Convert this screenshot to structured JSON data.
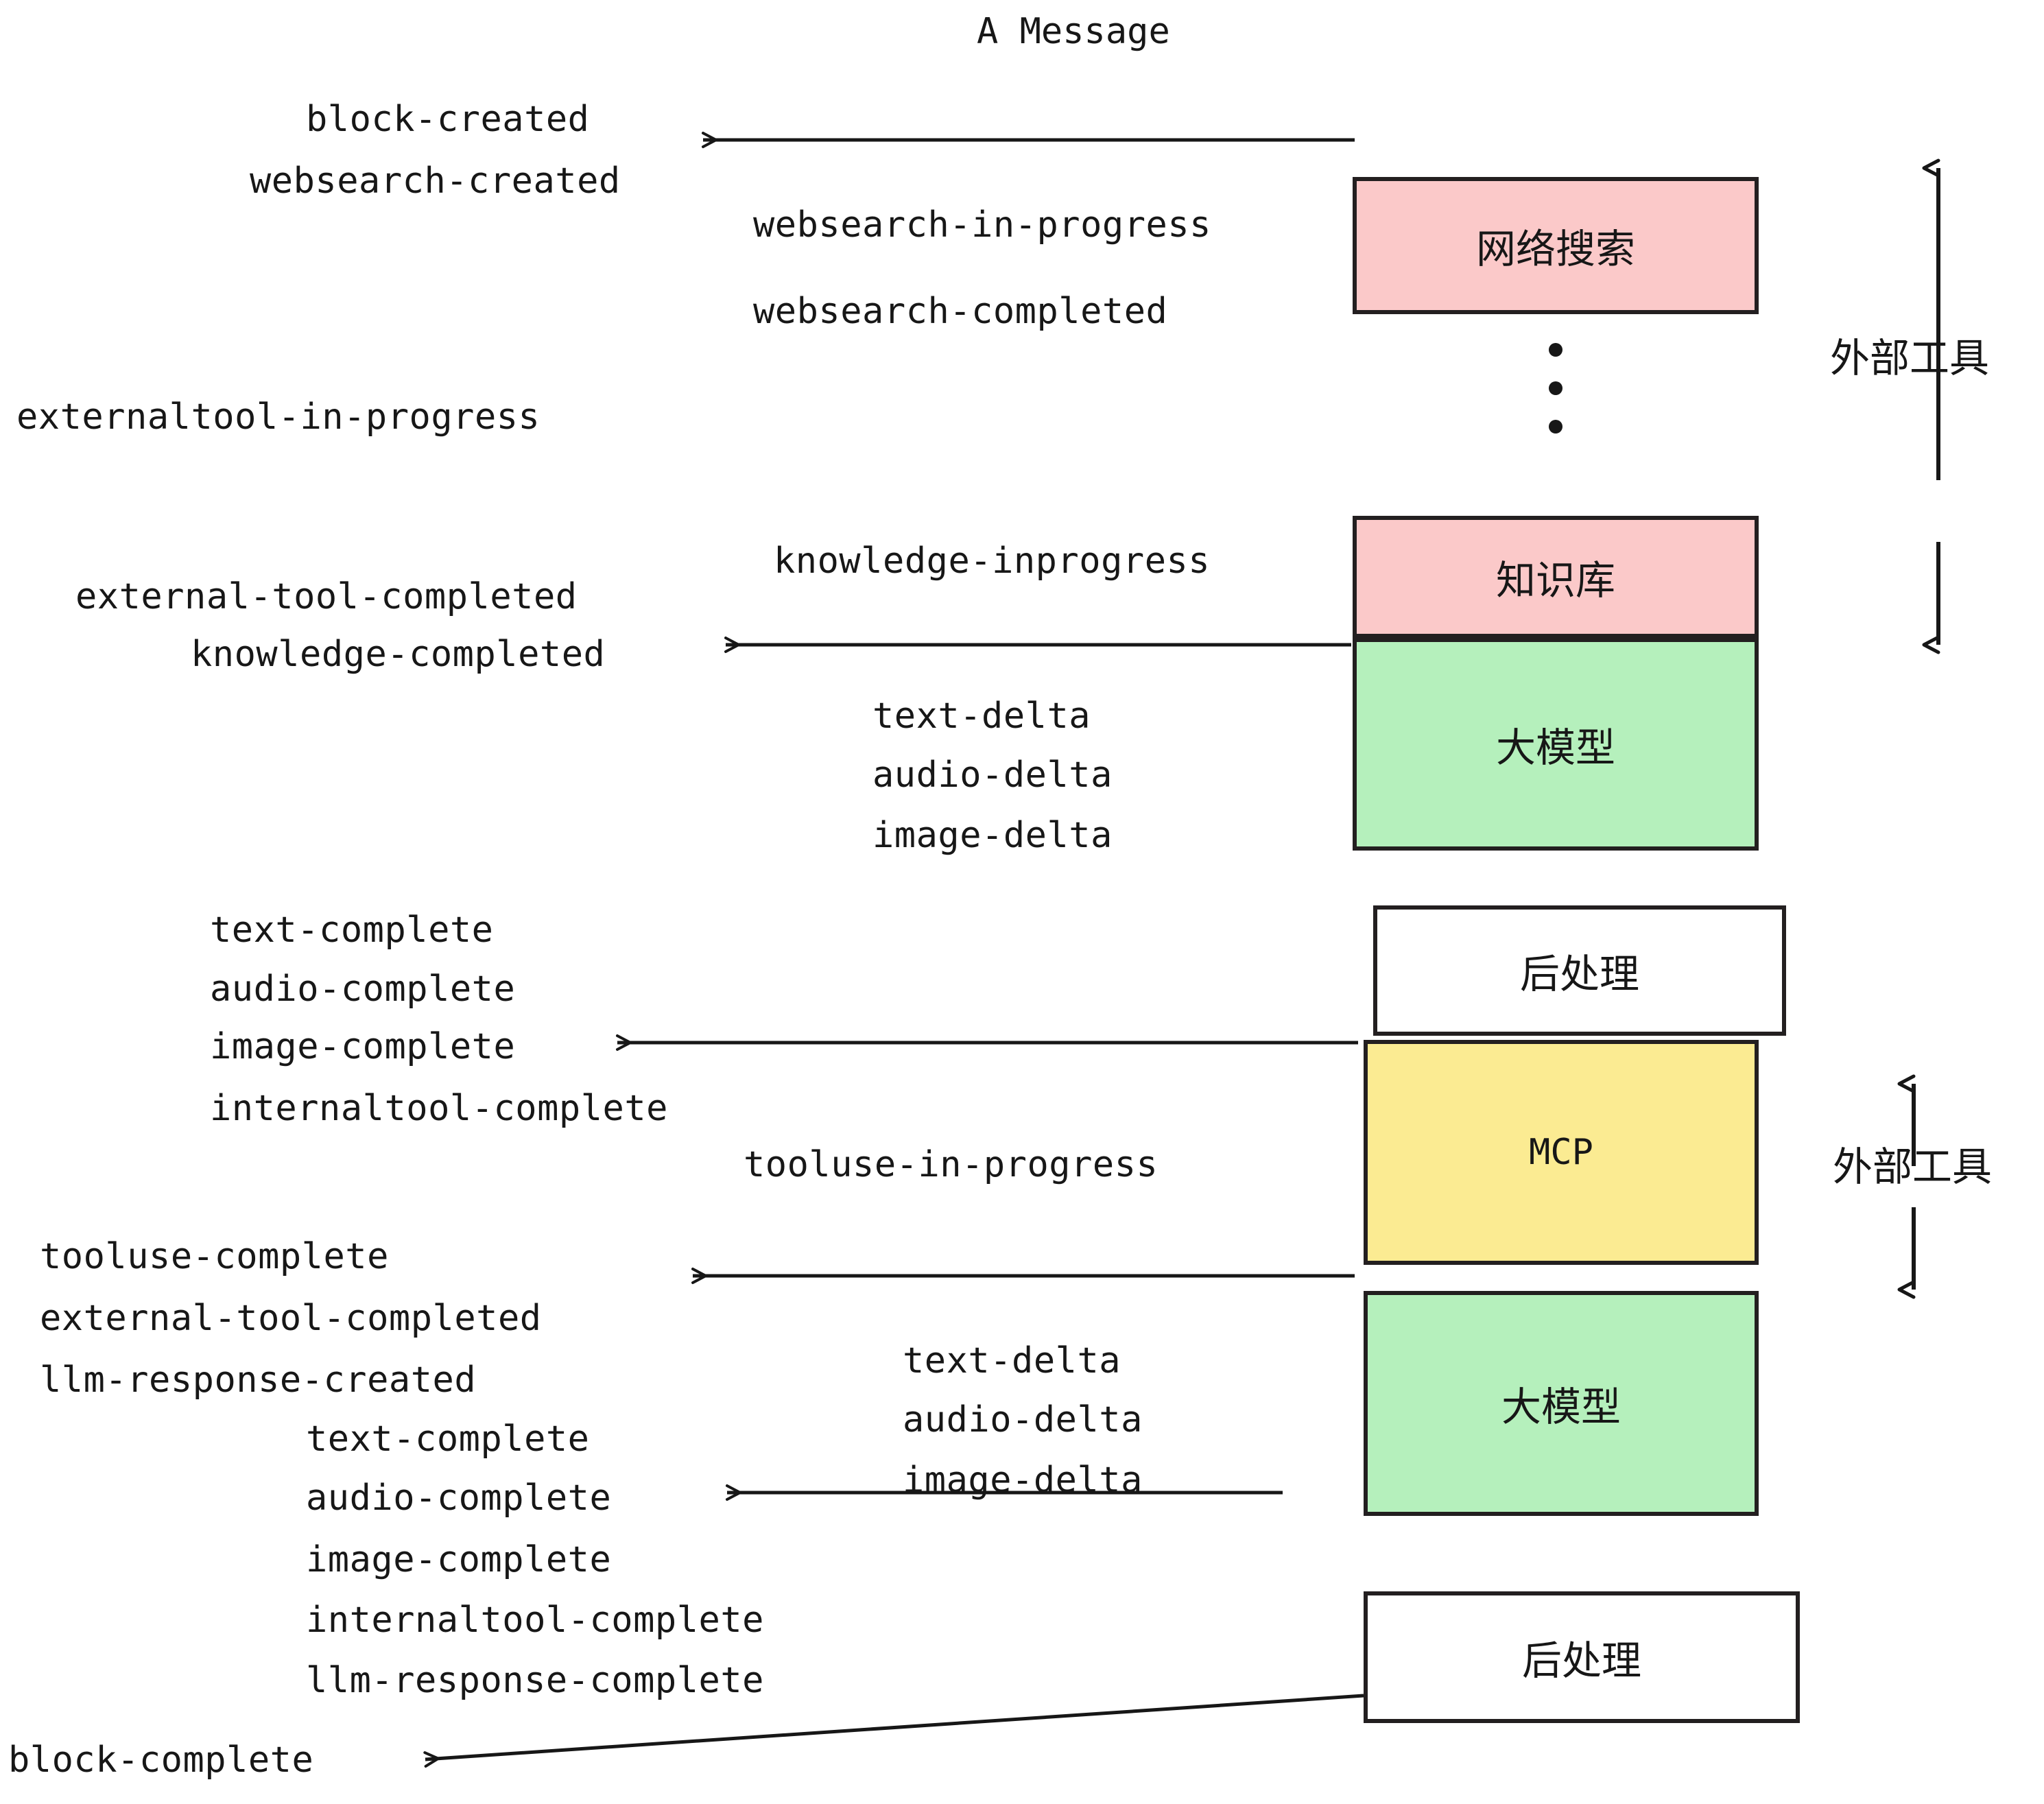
{
  "title": "A Message",
  "colors": {
    "pink": "#FBC9C9",
    "green": "#B5F0BC",
    "yellow": "#FBEB92",
    "white": "#FFFFFF",
    "stroke": "#231F20",
    "text": "#171717"
  },
  "boxes": [
    {
      "id": "websearch",
      "label": "网络搜索",
      "fill": "#FBC9C9"
    },
    {
      "id": "knowledge",
      "label": "知识库",
      "fill": "#FBC9C9"
    },
    {
      "id": "llm-1",
      "label": "大模型",
      "fill": "#B5F0BC"
    },
    {
      "id": "postprocess-1",
      "label": "后处理",
      "fill": "#FFFFFF"
    },
    {
      "id": "mcp",
      "label": "MCP",
      "fill": "#FBEB92"
    },
    {
      "id": "llm-2",
      "label": "大模型",
      "fill": "#B5F0BC"
    },
    {
      "id": "postprocess-2",
      "label": "后处理",
      "fill": "#FFFFFF"
    }
  ],
  "brackets": [
    {
      "id": "external-tools-top",
      "label": "外部工具"
    },
    {
      "id": "external-tools-bottom",
      "label": "外部工具"
    }
  ],
  "events": {
    "block_created": "block-created",
    "websearch_created": "websearch-created",
    "websearch_in_progress": "websearch-in-progress",
    "websearch_completed": "websearch-completed",
    "externaltool_in_progress": "externaltool-in-progress",
    "knowledge_inprogress": "knowledge-inprogress",
    "external_tool_completed_1": "external-tool-completed",
    "knowledge_completed": "knowledge-completed",
    "text_delta_1": "text-delta",
    "audio_delta_1": "audio-delta",
    "image_delta_1": "image-delta",
    "text_complete_1": "text-complete",
    "audio_complete_1": "audio-complete",
    "image_complete_1": "image-complete",
    "internaltool_complete_1": "internaltool-complete",
    "tooluse_in_progress": "tooluse-in-progress",
    "tooluse_complete": "tooluse-complete",
    "external_tool_completed_2": "external-tool-completed",
    "llm_response_created": "llm-response-created",
    "text_delta_2": "text-delta",
    "audio_delta_2": "audio-delta",
    "image_delta_2": "image-delta",
    "text_complete_2": "text-complete",
    "audio_complete_2": "audio-complete",
    "image_complete_2": "image-complete",
    "internaltool_complete_2": "internaltool-complete",
    "llm_response_complete": "llm-response-complete",
    "block_complete": "block-complete"
  }
}
